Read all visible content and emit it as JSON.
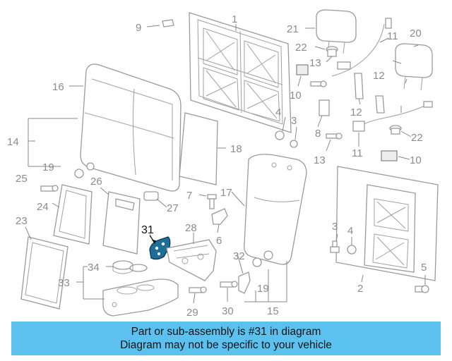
{
  "labels": {
    "p1": "1",
    "p2": "2",
    "p3a": "3",
    "p3b": "3",
    "p4a": "4",
    "p4b": "4",
    "p5": "5",
    "p6": "6",
    "p7": "7",
    "p8": "8",
    "p9": "9",
    "p10a": "10",
    "p10b": "10",
    "p11a": "11",
    "p11b": "11",
    "p12a": "12",
    "p12b": "12",
    "p13a": "13",
    "p13b": "13",
    "p14": "14",
    "p15": "15",
    "p16": "16",
    "p17": "17",
    "p18": "18",
    "p19a": "19",
    "p19b": "19",
    "p20": "20",
    "p21": "21",
    "p22a": "22",
    "p22b": "22",
    "p23": "23",
    "p24": "24",
    "p25": "25",
    "p26": "26",
    "p27": "27",
    "p28": "28",
    "p29": "29",
    "p30": "30",
    "p31": "31",
    "p32": "32",
    "p33": "33",
    "p34": "34"
  },
  "highlight": {
    "part": "31",
    "color": "#1d6f9a"
  },
  "banner": {
    "line1": "Part or sub-assembly is #31 in diagram",
    "line2": "Diagram may not be specific to your vehicle",
    "bg": "#5bc2f0"
  }
}
